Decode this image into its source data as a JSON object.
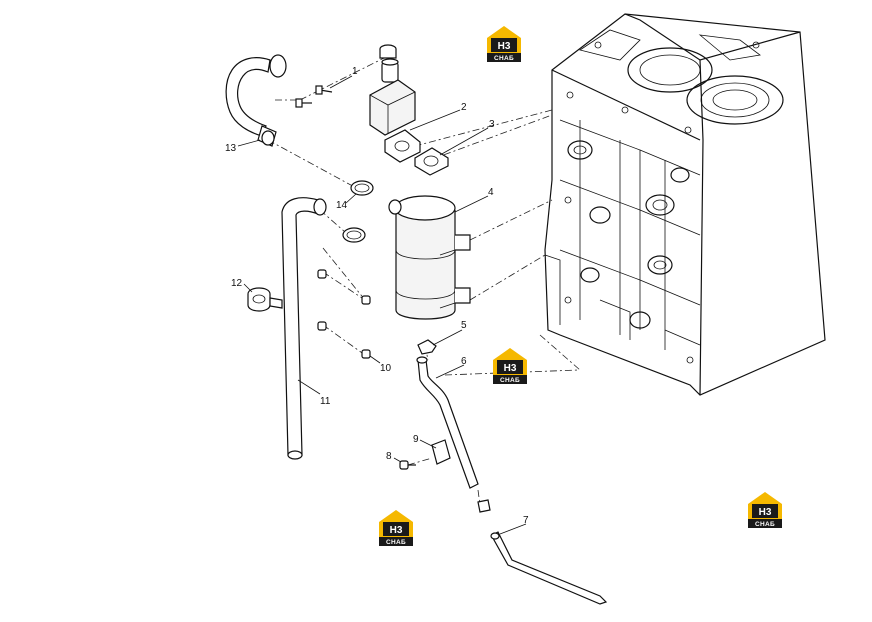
{
  "callouts": {
    "c1": "1",
    "c2": "2",
    "c3": "3",
    "c4": "4",
    "c5": "5",
    "c6": "6",
    "c7": "7",
    "c8": "8",
    "c9": "9",
    "c10": "10",
    "c11": "11",
    "c12": "12",
    "c13": "13",
    "c14": "14"
  },
  "watermark": {
    "letters": "H3",
    "word": "СНАБ",
    "accent_color": "#f5b800",
    "dark_color": "#1a1a1a"
  }
}
